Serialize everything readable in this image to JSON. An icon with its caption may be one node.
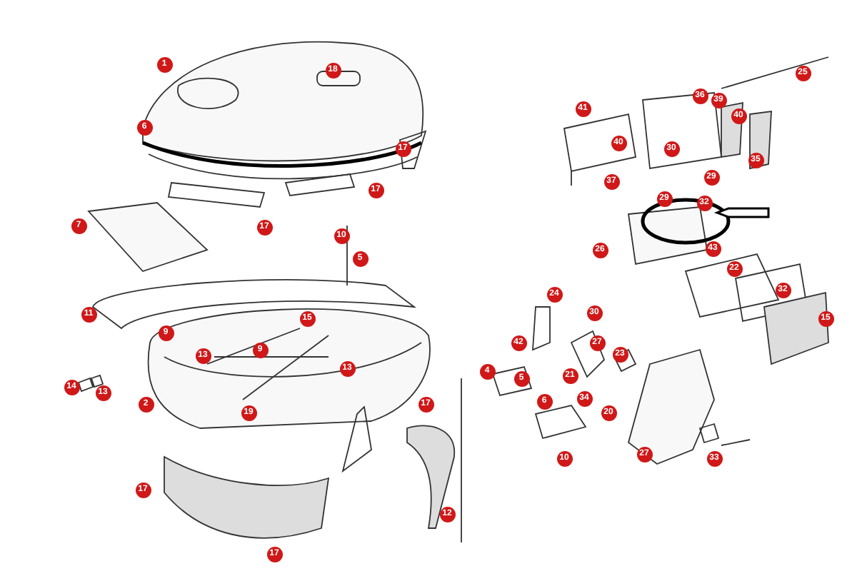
{
  "diagram": {
    "labels": [
      "1",
      "18",
      "6",
      "17",
      "17",
      "7",
      "17",
      "10",
      "5",
      "11",
      "9",
      "15",
      "9",
      "13",
      "13",
      "2",
      "14",
      "13",
      "19",
      "17",
      "17",
      "12",
      "17",
      "25",
      "41",
      "36",
      "39",
      "40",
      "40",
      "30",
      "35",
      "37",
      "29",
      "29",
      "32",
      "26",
      "43",
      "22",
      "32",
      "24",
      "30",
      "42",
      "27",
      "23",
      "21",
      "34",
      "4",
      "5",
      "6",
      "20",
      "10",
      "27",
      "33",
      "15"
    ]
  }
}
